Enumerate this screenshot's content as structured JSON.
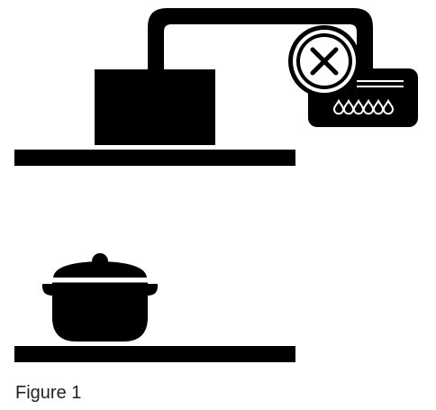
{
  "figure": {
    "caption": "Figure 1"
  },
  "colors": {
    "ink": "#000000",
    "background": "#ffffff",
    "caption_text": "#222222"
  },
  "icons": {
    "prohibited": "x-in-circle",
    "heater": "wall-gas-heater-with-flames",
    "cookware": "cooking-pot-with-lid"
  }
}
